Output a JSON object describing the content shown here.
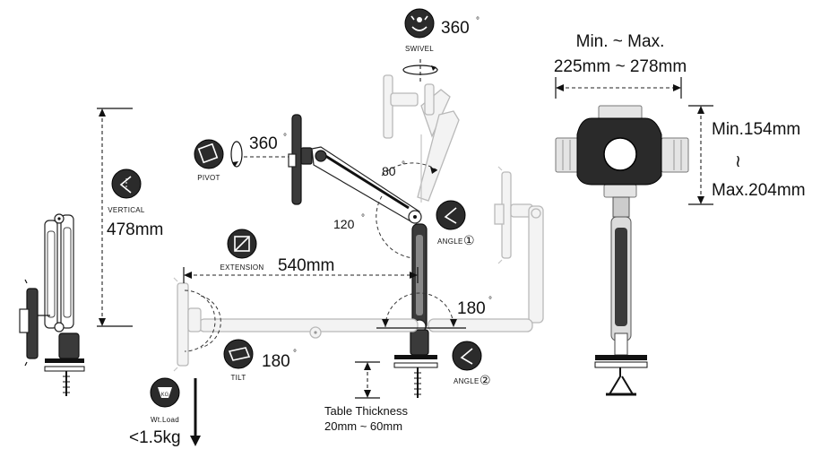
{
  "colors": {
    "ink": "#111111",
    "ghost": "#c4c4c4",
    "badge": "#2b2b2b"
  },
  "labels": {
    "swivel": {
      "value": "360",
      "caption": "SWIVEL",
      "icon": "swivel-icon"
    },
    "pivot": {
      "value": "360",
      "caption": "PIVOT",
      "icon": "pivot-icon"
    },
    "vertical": {
      "value": "478mm",
      "caption": "VERTICAL",
      "icon": "vertical-icon"
    },
    "extension": {
      "value": "540mm",
      "caption": "EXTENSION",
      "icon": "extension-icon"
    },
    "angle1": {
      "caption": "ANGLE",
      "marker": "①",
      "icon": "angle-icon"
    },
    "angle2": {
      "caption": "ANGLE",
      "marker": "②",
      "icon": "angle-icon"
    },
    "tilt": {
      "value": "180",
      "caption": "TILT",
      "icon": "tilt-icon"
    },
    "weight": {
      "value": "<1.5kg",
      "caption": "Wt.Load",
      "badge": "KG",
      "icon": "weight-icon"
    },
    "angle_80": "80",
    "angle_120": "120",
    "angle_180_right": "180",
    "degree_symbol": "°",
    "table": {
      "title": "Table Thickness",
      "range": "20mm ~ 60mm"
    },
    "width_range": {
      "title": "Min. ~ Max.",
      "range": "225mm ~ 278mm"
    },
    "height_range": {
      "min": "Min.154mm",
      "tilde": "≀",
      "max": "Max.204mm"
    }
  }
}
